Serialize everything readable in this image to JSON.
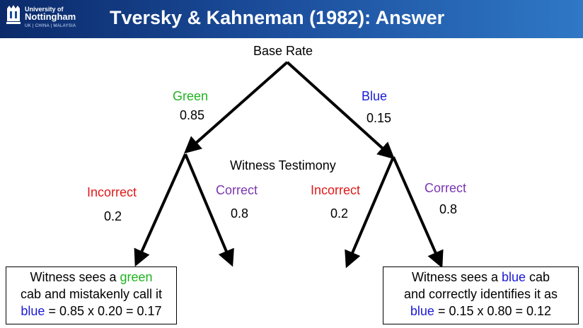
{
  "header": {
    "logo_line1": "University of",
    "logo_line2": "Nottingham",
    "logo_line3": "UK | CHINA | MALAYSIA",
    "title": "Tversky & Kahneman (1982): Answer"
  },
  "tree": {
    "root_label": "Base Rate",
    "green": {
      "label": "Green",
      "prob": "0.85"
    },
    "blue": {
      "label": "Blue",
      "prob": "0.15"
    },
    "middle_label": "Witness Testimony",
    "left_incorrect": {
      "label": "Incorrect",
      "prob": "0.2"
    },
    "left_correct": {
      "label": "Correct",
      "prob": "0.8"
    },
    "right_incorrect": {
      "label": "Incorrect",
      "prob": "0.2"
    },
    "right_correct": {
      "label": "Correct",
      "prob": "0.8"
    }
  },
  "left_box": {
    "part1": "Witness sees a ",
    "colored1": "green",
    "part2": "cab and mistakenly call it",
    "colored2": "blue",
    "part3": " = 0.85 x 0.20 = 0.17"
  },
  "right_box": {
    "part1": "Witness sees a ",
    "colored1": "blue",
    "part1b": " cab",
    "part2": "and correctly identifies it as",
    "colored2": "blue",
    "part3": " = 0.15 x 0.80 = 0.12"
  },
  "colors": {
    "header_start": "#0b2a6a",
    "header_end": "#2f78c6",
    "green": "#1fb31f",
    "blue": "#1a1ad6",
    "red": "#e01818",
    "purple": "#7a35b0"
  }
}
